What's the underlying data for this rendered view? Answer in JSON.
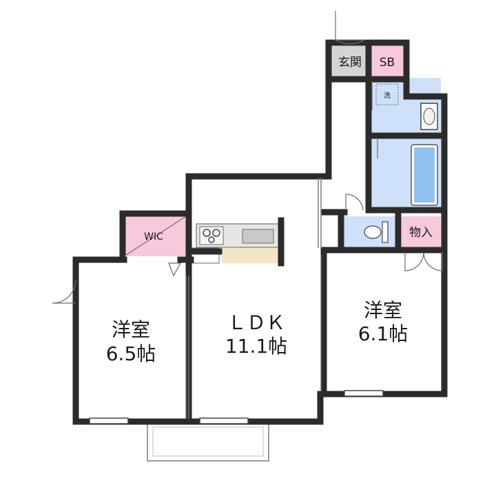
{
  "rooms": {
    "bedroom_left": {
      "name": "洋室",
      "size": "6.5帖"
    },
    "ldk": {
      "name": "ＬＤＫ",
      "size": "11.1帖"
    },
    "bedroom_right": {
      "name": "洋室",
      "size": "6.1帖"
    }
  },
  "labels": {
    "wic": "WIC",
    "entrance": "玄関",
    "shoe_box": "SB",
    "storage": "物入",
    "laundry": "洗"
  },
  "colors": {
    "wall": "#2b2b2b",
    "wet_area": "#cfe0fb",
    "bath": "#8fc2f0",
    "pink_storage": "#f8c8dc",
    "entrance_floor": "#d4d4d4",
    "counter": "#f3e6c4",
    "kitchen": "#e6e6e6"
  }
}
